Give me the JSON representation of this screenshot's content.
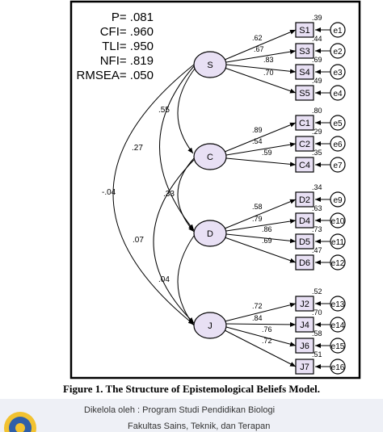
{
  "fit": {
    "p": "P= .081",
    "cfi": "CFI= .960",
    "tli": "TLI= .950",
    "nfi": "NFI= .819",
    "rmsea": "RMSEA= .050"
  },
  "latents": {
    "S": "S",
    "C": "C",
    "D": "D",
    "J": "J"
  },
  "covariances": {
    "sc": ".55",
    "sd": ".27",
    "sj": "-.04",
    "cd": ".33",
    "cj": ".07",
    "dj": ".04"
  },
  "indicators": [
    {
      "id": "S1",
      "error": "e1",
      "loading": ".62",
      "r2": ".39"
    },
    {
      "id": "S3",
      "error": "e2",
      "loading": ".67",
      "r2": ".44"
    },
    {
      "id": "S4",
      "error": "e3",
      "loading": ".83",
      "r2": ".69"
    },
    {
      "id": "S5",
      "error": "e4",
      "loading": ".70",
      "r2": ".49"
    },
    {
      "id": "C1",
      "error": "e5",
      "loading": ".89",
      "r2": ".80"
    },
    {
      "id": "C2",
      "error": "e6",
      "loading": ".54",
      "r2": ".29"
    },
    {
      "id": "C4",
      "error": "e7",
      "loading": ".59",
      "r2": ".35"
    },
    {
      "id": "D2",
      "error": "e9",
      "loading": ".58",
      "r2": ".34"
    },
    {
      "id": "D4",
      "error": "e10",
      "loading": ".79",
      "r2": ".63"
    },
    {
      "id": "D5",
      "error": "e11",
      "loading": ".86",
      "r2": ".73"
    },
    {
      "id": "D6",
      "error": "e12",
      "loading": ".69",
      "r2": ".47"
    },
    {
      "id": "J2",
      "error": "e13",
      "loading": ".72",
      "r2": ".52"
    },
    {
      "id": "J4",
      "error": "e14",
      "loading": ".84",
      "r2": ".70"
    },
    {
      "id": "J6",
      "error": "e15",
      "loading": ".76",
      "r2": ".58"
    },
    {
      "id": "J7",
      "error": "e16",
      "loading": ".72",
      "r2": ".51"
    }
  ],
  "caption": "Figure 1. The Structure of Epistemological Beliefs Model.",
  "footer": {
    "line1": "Dikelola oleh : Program Studi Pendidikan Biologi",
    "line2": "Fakultas Sains, Teknik, dan Terapan"
  },
  "colors": {
    "node_fill": "#e8e0f4",
    "stroke": "#000000"
  }
}
